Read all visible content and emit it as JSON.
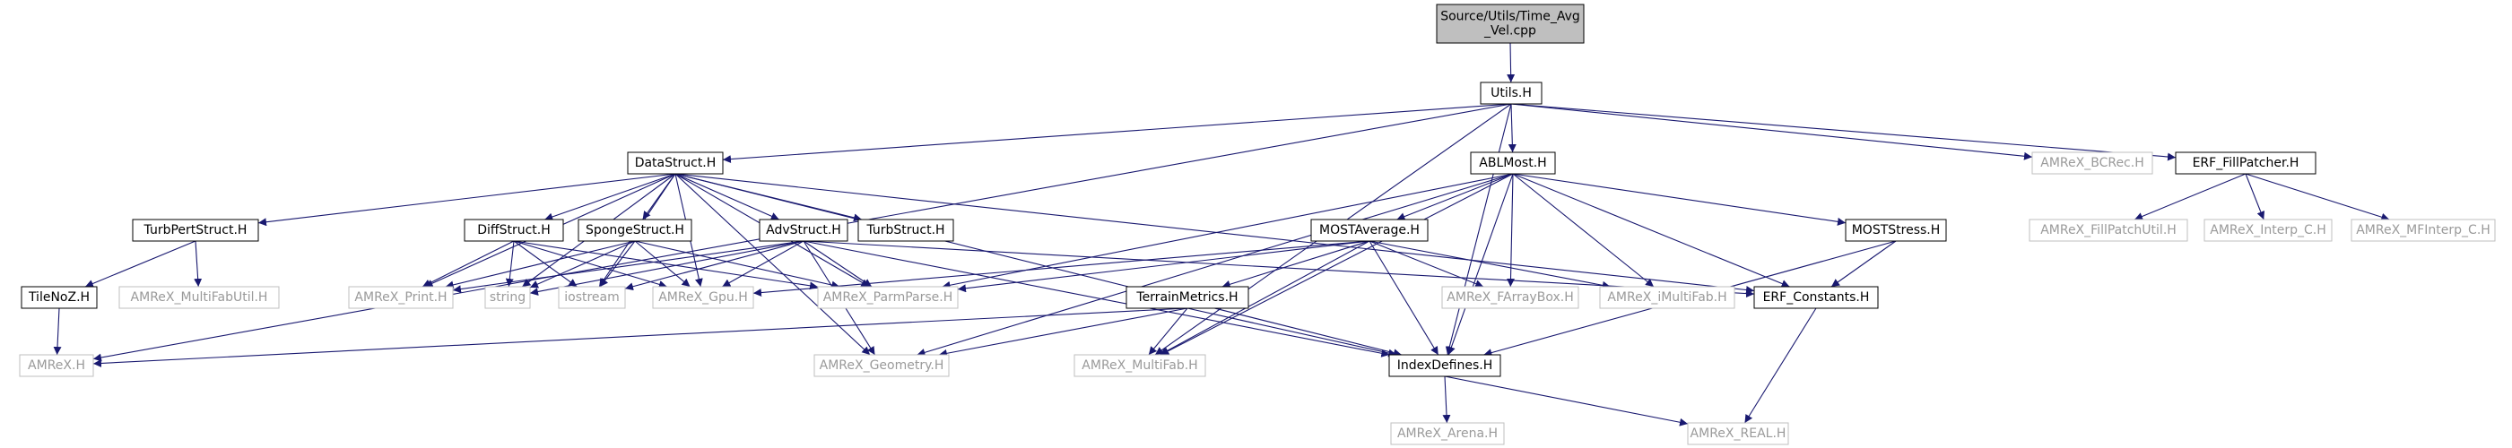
{
  "diagram": {
    "type": "include-dependency-graph",
    "colors": {
      "edge": "#191970",
      "node_border_dark": "#000000",
      "node_border_light": "#bfbfbf",
      "node_fill": "#ffffff",
      "root_fill": "#bfbfbf",
      "text_dark": "#000000",
      "text_light": "#9a9a9a"
    },
    "nodes": [
      {
        "id": "root",
        "lines": [
          "Source/Utils/Time_Avg",
          "_Vel.cpp"
        ],
        "style": "root"
      },
      {
        "id": "utils",
        "lines": [
          "Utils.H"
        ],
        "style": "dark"
      },
      {
        "id": "datastruct",
        "lines": [
          "DataStruct.H"
        ],
        "style": "dark"
      },
      {
        "id": "ablmost",
        "lines": [
          "ABLMost.H"
        ],
        "style": "dark"
      },
      {
        "id": "bcrec",
        "lines": [
          "AMReX_BCRec.H"
        ],
        "style": "light"
      },
      {
        "id": "erffill",
        "lines": [
          "ERF_FillPatcher.H"
        ],
        "style": "dark"
      },
      {
        "id": "turbpert",
        "lines": [
          "TurbPertStruct.H"
        ],
        "style": "dark"
      },
      {
        "id": "diffstruct",
        "lines": [
          "DiffStruct.H"
        ],
        "style": "dark"
      },
      {
        "id": "spongestruct",
        "lines": [
          "SpongeStruct.H"
        ],
        "style": "dark"
      },
      {
        "id": "advstruct",
        "lines": [
          "AdvStruct.H"
        ],
        "style": "dark"
      },
      {
        "id": "turbstruct",
        "lines": [
          "TurbStruct.H"
        ],
        "style": "dark"
      },
      {
        "id": "mostavg",
        "lines": [
          "MOSTAverage.H"
        ],
        "style": "dark"
      },
      {
        "id": "moststress",
        "lines": [
          "MOSTStress.H"
        ],
        "style": "dark"
      },
      {
        "id": "fillpatchutil",
        "lines": [
          "AMReX_FillPatchUtil.H"
        ],
        "style": "light"
      },
      {
        "id": "interpc",
        "lines": [
          "AMReX_Interp_C.H"
        ],
        "style": "light"
      },
      {
        "id": "mfinterpc",
        "lines": [
          "AMReX_MFInterp_C.H"
        ],
        "style": "light"
      },
      {
        "id": "tilenoz",
        "lines": [
          "TileNoZ.H"
        ],
        "style": "dark"
      },
      {
        "id": "multifabutil",
        "lines": [
          "AMReX_MultiFabUtil.H"
        ],
        "style": "light"
      },
      {
        "id": "print",
        "lines": [
          "AMReX_Print.H"
        ],
        "style": "light"
      },
      {
        "id": "string",
        "lines": [
          "string"
        ],
        "style": "light"
      },
      {
        "id": "iostream",
        "lines": [
          "iostream"
        ],
        "style": "light"
      },
      {
        "id": "gpu",
        "lines": [
          "AMReX_Gpu.H"
        ],
        "style": "light"
      },
      {
        "id": "parmparse",
        "lines": [
          "AMReX_ParmParse.H"
        ],
        "style": "light"
      },
      {
        "id": "terrain",
        "lines": [
          "TerrainMetrics.H"
        ],
        "style": "dark"
      },
      {
        "id": "farraybox",
        "lines": [
          "AMReX_FArrayBox.H"
        ],
        "style": "light"
      },
      {
        "id": "imultifab",
        "lines": [
          "AMReX_iMultiFab.H"
        ],
        "style": "light"
      },
      {
        "id": "erfconst",
        "lines": [
          "ERF_Constants.H"
        ],
        "style": "dark"
      },
      {
        "id": "amrex",
        "lines": [
          "AMReX.H"
        ],
        "style": "light"
      },
      {
        "id": "geometry",
        "lines": [
          "AMReX_Geometry.H"
        ],
        "style": "light"
      },
      {
        "id": "multifab",
        "lines": [
          "AMReX_MultiFab.H"
        ],
        "style": "light"
      },
      {
        "id": "indexdefines",
        "lines": [
          "IndexDefines.H"
        ],
        "style": "dark"
      },
      {
        "id": "arena",
        "lines": [
          "AMReX_Arena.H"
        ],
        "style": "light"
      },
      {
        "id": "real",
        "lines": [
          "AMReX_REAL.H"
        ],
        "style": "light"
      }
    ],
    "edges": [
      [
        "root",
        "utils"
      ],
      [
        "utils",
        "datastruct"
      ],
      [
        "utils",
        "ablmost"
      ],
      [
        "utils",
        "bcrec"
      ],
      [
        "utils",
        "erffill"
      ],
      [
        "utils",
        "amrex"
      ],
      [
        "utils",
        "multifab"
      ],
      [
        "utils",
        "indexdefines"
      ],
      [
        "datastruct",
        "turbpert"
      ],
      [
        "datastruct",
        "diffstruct"
      ],
      [
        "datastruct",
        "spongestruct"
      ],
      [
        "datastruct",
        "advstruct"
      ],
      [
        "datastruct",
        "turbstruct"
      ],
      [
        "datastruct",
        "print"
      ],
      [
        "datastruct",
        "string"
      ],
      [
        "datastruct",
        "iostream"
      ],
      [
        "datastruct",
        "gpu"
      ],
      [
        "datastruct",
        "parmparse"
      ],
      [
        "datastruct",
        "geometry"
      ],
      [
        "datastruct",
        "erfconst"
      ],
      [
        "datastruct",
        "indexdefines"
      ],
      [
        "ablmost",
        "mostavg"
      ],
      [
        "ablmost",
        "moststress"
      ],
      [
        "ablmost",
        "parmparse"
      ],
      [
        "ablmost",
        "farraybox"
      ],
      [
        "ablmost",
        "imultifab"
      ],
      [
        "ablmost",
        "erfconst"
      ],
      [
        "ablmost",
        "geometry"
      ],
      [
        "ablmost",
        "multifab"
      ],
      [
        "ablmost",
        "indexdefines"
      ],
      [
        "erffill",
        "fillpatchutil"
      ],
      [
        "erffill",
        "interpc"
      ],
      [
        "erffill",
        "mfinterpc"
      ],
      [
        "turbpert",
        "tilenoz"
      ],
      [
        "turbpert",
        "multifabutil"
      ],
      [
        "tilenoz",
        "amrex"
      ],
      [
        "diffstruct",
        "print"
      ],
      [
        "diffstruct",
        "string"
      ],
      [
        "diffstruct",
        "iostream"
      ],
      [
        "diffstruct",
        "gpu"
      ],
      [
        "diffstruct",
        "parmparse"
      ],
      [
        "spongestruct",
        "print"
      ],
      [
        "spongestruct",
        "string"
      ],
      [
        "spongestruct",
        "iostream"
      ],
      [
        "spongestruct",
        "gpu"
      ],
      [
        "spongestruct",
        "parmparse"
      ],
      [
        "advstruct",
        "print"
      ],
      [
        "advstruct",
        "string"
      ],
      [
        "advstruct",
        "iostream"
      ],
      [
        "advstruct",
        "gpu"
      ],
      [
        "advstruct",
        "parmparse"
      ],
      [
        "advstruct",
        "geometry"
      ],
      [
        "advstruct",
        "erfconst"
      ],
      [
        "advstruct",
        "indexdefines"
      ],
      [
        "mostavg",
        "terrain"
      ],
      [
        "mostavg",
        "gpu"
      ],
      [
        "mostavg",
        "parmparse"
      ],
      [
        "mostavg",
        "farraybox"
      ],
      [
        "mostavg",
        "imultifab"
      ],
      [
        "mostavg",
        "multifab"
      ],
      [
        "mostavg",
        "indexdefines"
      ],
      [
        "terrain",
        "amrex"
      ],
      [
        "terrain",
        "geometry"
      ],
      [
        "terrain",
        "multifab"
      ],
      [
        "terrain",
        "indexdefines"
      ],
      [
        "moststress",
        "erfconst"
      ],
      [
        "moststress",
        "indexdefines"
      ],
      [
        "erfconst",
        "real"
      ],
      [
        "indexdefines",
        "arena"
      ],
      [
        "indexdefines",
        "real"
      ]
    ]
  }
}
